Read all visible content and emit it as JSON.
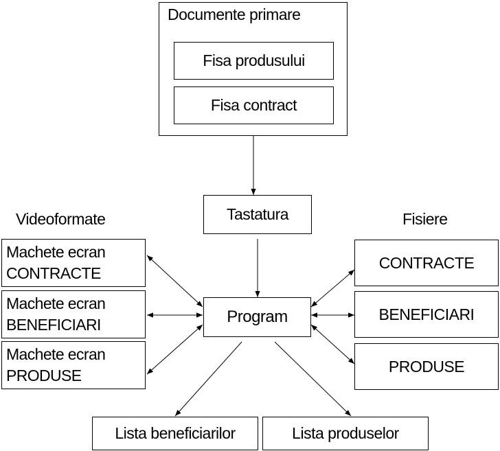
{
  "documents": {
    "title": "Documente primare",
    "items": [
      "Fisa produsului",
      "Fisa contract"
    ]
  },
  "keyboard": "Tastatura",
  "program": "Program",
  "videoformats": {
    "title": "Videoformate",
    "items": [
      {
        "line1": "Machete ecran",
        "line2": "CONTRACTE"
      },
      {
        "line1": "Machete ecran",
        "line2": "BENEFICIARI"
      },
      {
        "line1": "Machete ecran",
        "line2": "PRODUSE"
      }
    ]
  },
  "files": {
    "title": "Fisiere",
    "items": [
      "CONTRACTE",
      "BENEFICIARI",
      "PRODUSE"
    ]
  },
  "outputs": [
    "Lista beneficiarilor",
    "Lista produselor"
  ]
}
